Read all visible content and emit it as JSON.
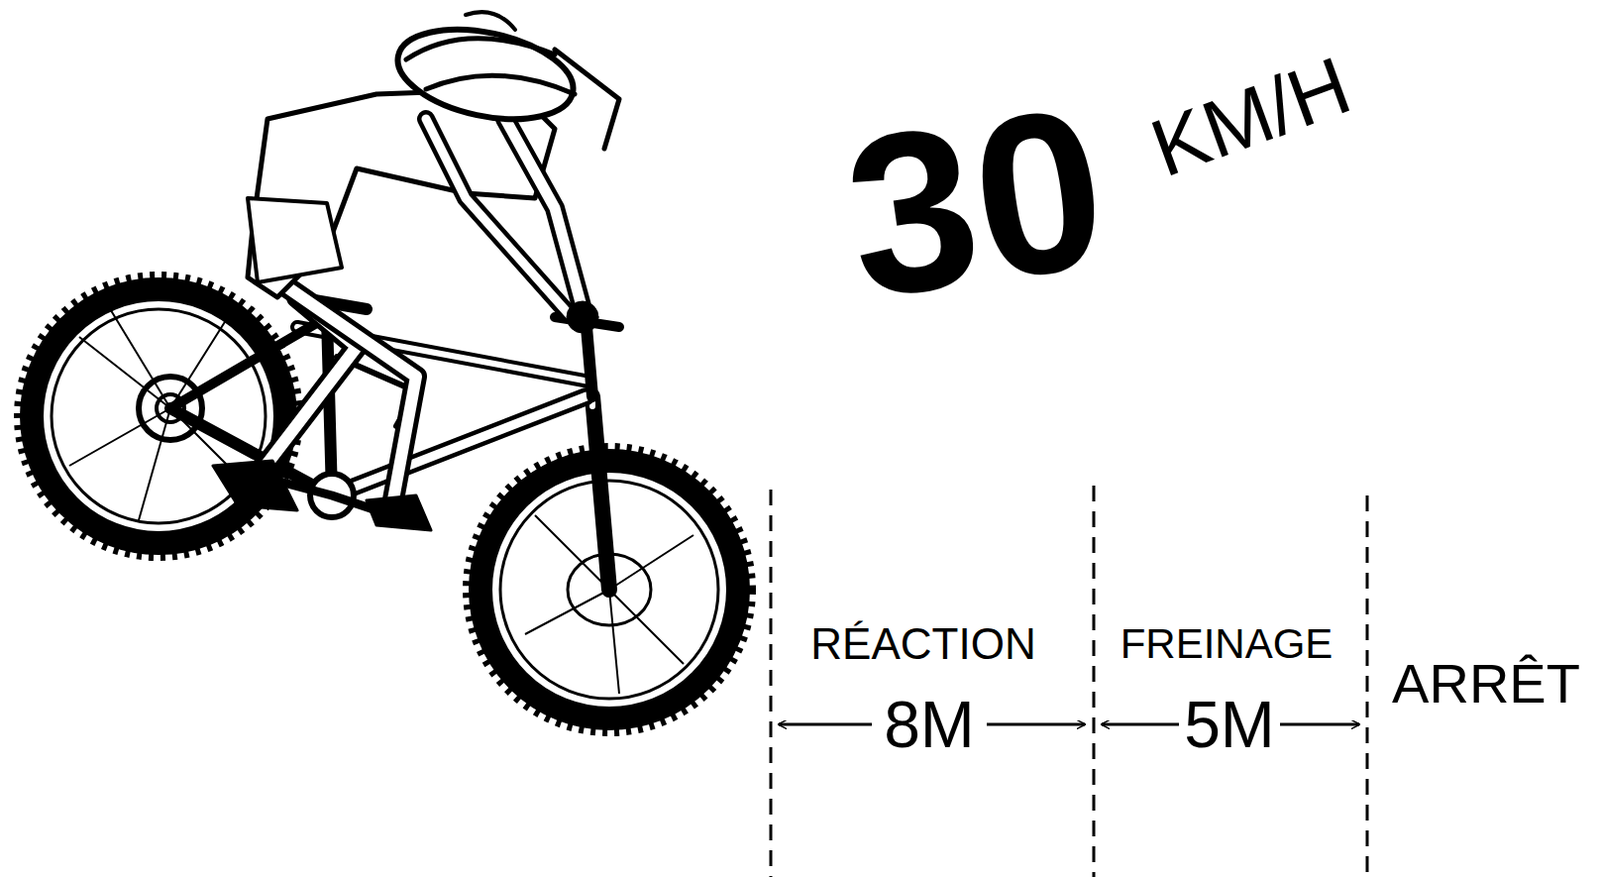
{
  "diagram": {
    "labels": [
      "30",
      "KM/H",
      "RÉACTION",
      "8M",
      "FREINAGE",
      "5M",
      "ARRÊT"
    ]
  }
}
